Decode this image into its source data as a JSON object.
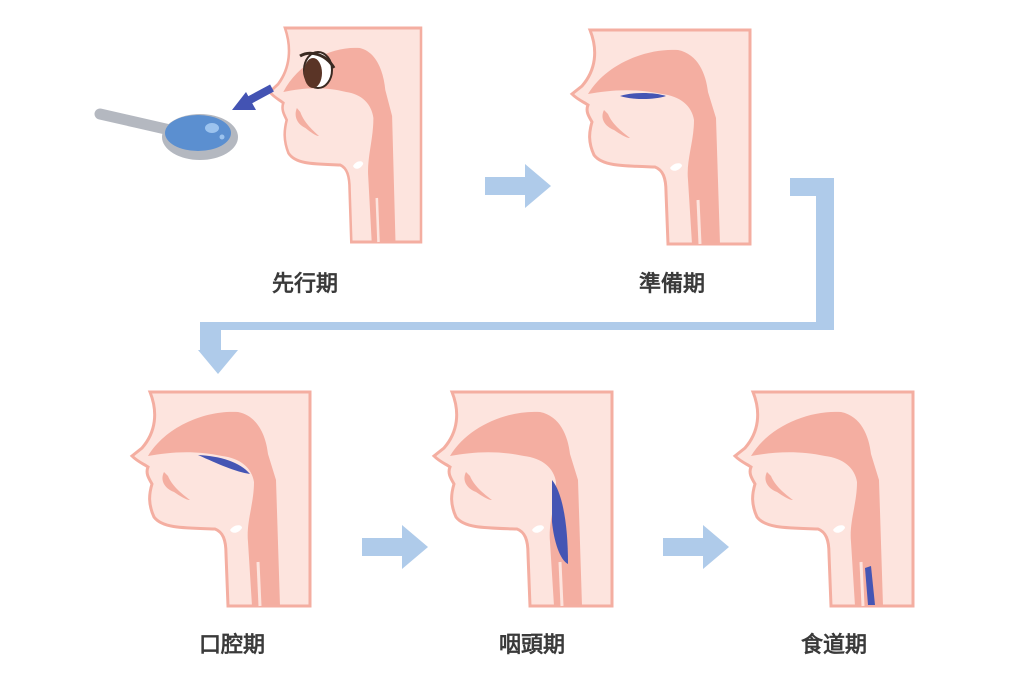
{
  "stages": [
    {
      "label": "先行期"
    },
    {
      "label": "準備期"
    },
    {
      "label": "口腔期"
    },
    {
      "label": "咽頭期"
    },
    {
      "label": "食道期"
    }
  ],
  "colors": {
    "skin": "#fde4de",
    "tissue": "#f4aea1",
    "bolus": "#4555b4",
    "flow_arrow": "#afcbea",
    "gaze_arrow": "#4353b3",
    "spoon": "#b4b8c0",
    "liquid": "#5b8fd0"
  },
  "icons": {
    "spoon": "spoon-icon",
    "eye": "eye-icon"
  }
}
